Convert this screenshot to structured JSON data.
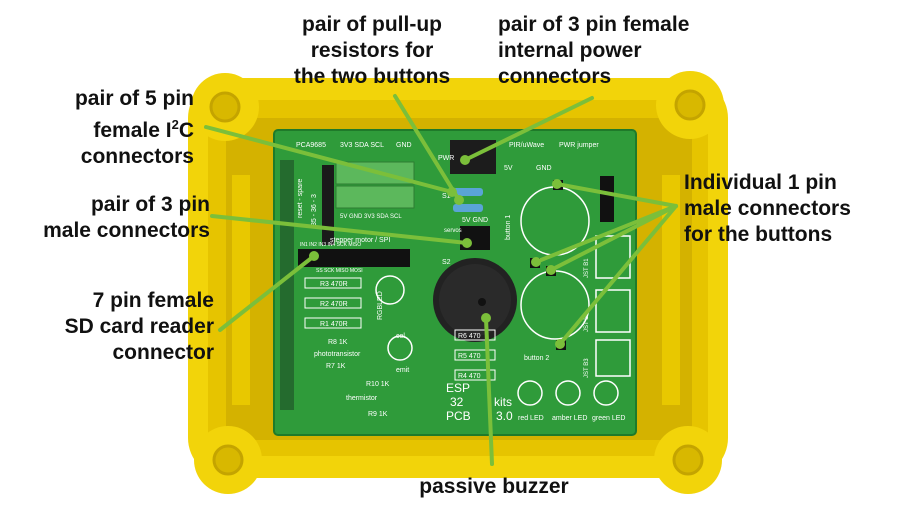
{
  "labels": {
    "pullup": [
      "pair of pull-up",
      "resistors for",
      "the two buttons"
    ],
    "power": [
      "pair of 3 pin female",
      "internal power",
      "connectors"
    ],
    "i2c": {
      "line1": "pair of 5 pin",
      "line2_pre": "female I",
      "line2_sup": "2",
      "line2_post": "C",
      "line3": "connectors"
    },
    "male3": [
      "pair of 3 pin",
      "male connectors"
    ],
    "buttons": [
      "Individual 1 pin",
      "male connectors",
      "for the buttons"
    ],
    "sd": [
      "7 pin female",
      "SD card reader",
      "connector"
    ],
    "buzzer": [
      "passive buzzer"
    ]
  },
  "board_text": {
    "pca": "PCA9685",
    "pca_pins": "3V3 SDA SCL",
    "gnd": "GND",
    "pwr": "PWR",
    "pir": "PIR/uWave",
    "pwr_jumper": "PWR jumper",
    "v5": "5V",
    "gnd2": "GND",
    "s1": "S1",
    "s2": "S2",
    "v5gnd": "5V GND",
    "servos": "servos",
    "button1": "button 1",
    "button2": "button 2",
    "reset_spare": "reset - spare",
    "pins_35_36": "35 - 36 - 3",
    "i2c_row": "5V GND 3V3 SDA SCL",
    "stepper": "stepper motor / SPI",
    "in_row": "IN1 IN2 IN3 IN4 SCK MISO",
    "spi_row": "SS SCK MISO MOSI",
    "r3": "R3 470R",
    "r2": "R2 470R",
    "r1": "R1 470R",
    "rgbled": "RGBLED",
    "r8": "R8 1K",
    "phototransistor": "phototransistor",
    "r7": "R7 1K",
    "col": "col",
    "emit": "emit",
    "r10": "R10 1K",
    "thermistor": "thermistor",
    "r9": "R9 1K",
    "r6": "R6 470",
    "r5": "R5 470",
    "r4": "R4 470",
    "esp": "ESP",
    "n32": "32",
    "kits": "kits",
    "pcb": "PCB",
    "ver": "3.0",
    "red_led": "red LED",
    "amber_led": "amber LED",
    "green_led": "green LED",
    "st_b1": "JST B1",
    "st_b2": "JST B2",
    "st_b3": "JST B3"
  },
  "colors": {
    "enclosure": "#f2d40a",
    "pcb": "#2f9b3a",
    "silk": "#ffffff",
    "leader": "#7bbf3a",
    "text": "#111111"
  }
}
